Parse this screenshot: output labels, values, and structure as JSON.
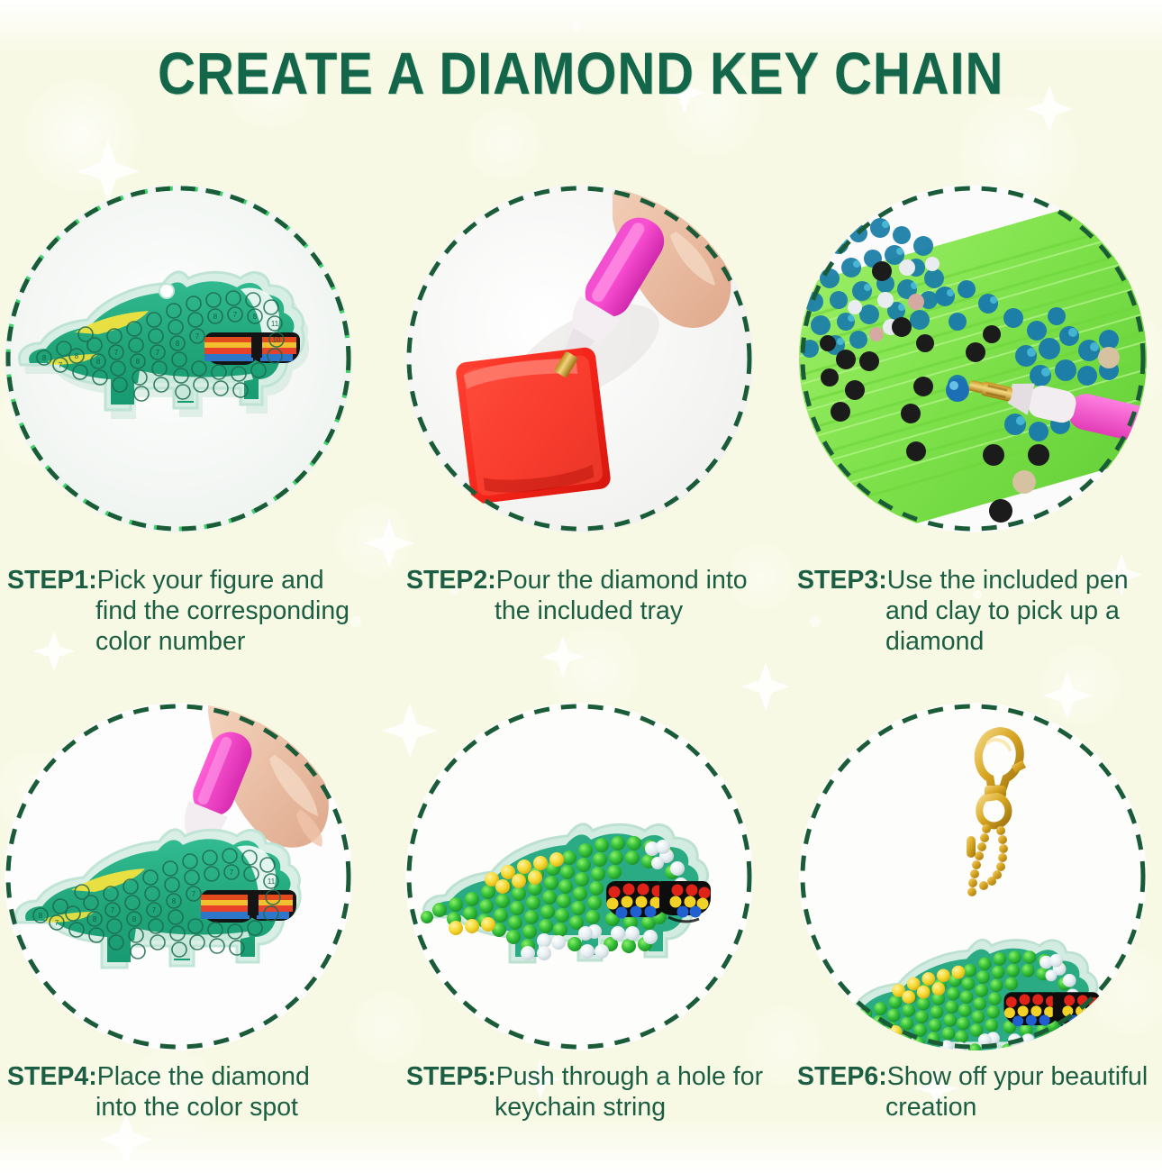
{
  "header": {
    "title": "CREATE A DIAMOND KEY CHAIN",
    "title_color": "#14664a"
  },
  "theme": {
    "background": "#fbfbee",
    "text_green": "#1b5e43",
    "dash_dark_green": "#1a5c38",
    "dash_light_green": "#3fd16a"
  },
  "steps": [
    {
      "key": "STEP1:",
      "line1": "Pick your figure and",
      "line2": "find the corresponding",
      "line3": "color number",
      "image_alt": "dinosaur-keychain-blank-with-numbered-color-spots"
    },
    {
      "key": "STEP2:",
      "line1": "Pour the diamond into",
      "line2": "the included tray",
      "line3": "",
      "image_alt": "pink-drill-pen-over-red-diamond-tray"
    },
    {
      "key": "STEP3:",
      "line1": "Use the included pen",
      "line2": "and clay to pick up a",
      "line3": "diamond",
      "image_alt": "green-grooved-tray-with-blue-rhinestones-and-pen"
    },
    {
      "key": "STEP4:",
      "line1": "Place the diamond",
      "line2": "into the color spot",
      "line3": "",
      "image_alt": "hand-holding-pink-pen-placing-gem-on-dinosaur"
    },
    {
      "key": "STEP5:",
      "line1": "Push through a hole for",
      "line2": "keychain string",
      "line3": "",
      "image_alt": "completed-green-gem-dinosaur-keychain"
    },
    {
      "key": "STEP6:",
      "line1": "Show off ypur beautiful",
      "line2": "creation",
      "line3": "",
      "image_alt": "finished-keychain-hanging-from-gold-clasp-chain"
    }
  ]
}
